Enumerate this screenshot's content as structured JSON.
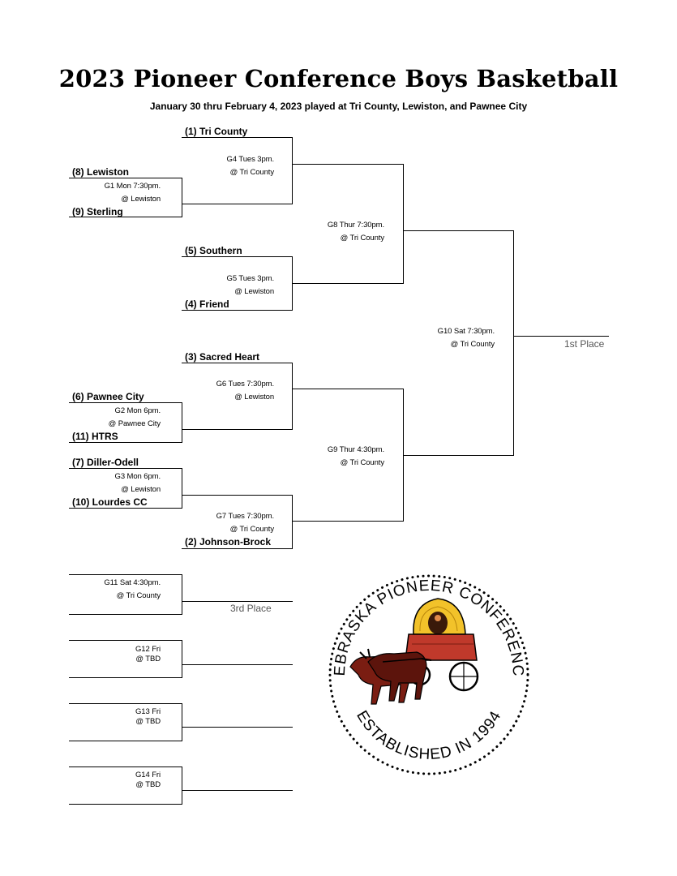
{
  "title": "2023 Pioneer Conference Boys Basketball",
  "subtitle": "January 30 thru February 4, 2023 played at Tri County, Lewiston, and Pawnee City",
  "teams": {
    "tri_county": "(1) Tri County",
    "lewiston": "(8) Lewiston",
    "sterling": "(9) Sterling",
    "southern": "(5) Southern",
    "friend": "(4) Friend",
    "sacred_heart": "(3) Sacred Heart",
    "pawnee_city": "(6) Pawnee City",
    "htrs": "(11) HTRS",
    "diller_odell": "(7) Diller-Odell",
    "lourdes": "(10) Lourdes CC",
    "johnson_brock": "(2) Johnson-Brock"
  },
  "games": {
    "g1": {
      "time": "G1 Mon 7:30pm.",
      "site": "@ Lewiston"
    },
    "g2": {
      "time": "G2 Mon 6pm.",
      "site": "@ Pawnee City"
    },
    "g3": {
      "time": "G3 Mon 6pm.",
      "site": "@ Lewiston"
    },
    "g4": {
      "time": "G4 Tues 3pm.",
      "site": "@ Tri County"
    },
    "g5": {
      "time": "G5 Tues 3pm.",
      "site": "@ Lewiston"
    },
    "g6": {
      "time": "G6 Tues 7:30pm.",
      "site": "@ Lewiston"
    },
    "g7": {
      "time": "G7 Tues 7:30pm.",
      "site": "@ Tri County"
    },
    "g8": {
      "time": "G8 Thur 7:30pm.",
      "site": "@ Tri County"
    },
    "g9": {
      "time": "G9 Thur 4:30pm.",
      "site": "@ Tri County"
    },
    "g10": {
      "time": "G10 Sat 7:30pm.",
      "site": "@ Tri County"
    },
    "g11": {
      "time": "G11 Sat 4:30pm.",
      "site": "@ Tri County"
    },
    "g12": {
      "time": "G12 Fri",
      "site": "@ TBD"
    },
    "g13": {
      "time": "G13 Fri",
      "site": "@ TBD"
    },
    "g14": {
      "time": "G14 Fri",
      "site": "@ TBD"
    }
  },
  "places": {
    "first": "1st Place",
    "third": "3rd Place"
  },
  "logo": {
    "top_text": "NEBRASKA PIONEER CONFERENCE",
    "bottom_text": "ESTABLISHED IN 1994",
    "icons": [
      "covered-wagon-icon",
      "oxen-team-icon"
    ],
    "colors": {
      "wagon_cover": "#f2c22a",
      "wagon_body": "#c0392b",
      "oxen": "#7a1d12"
    }
  }
}
